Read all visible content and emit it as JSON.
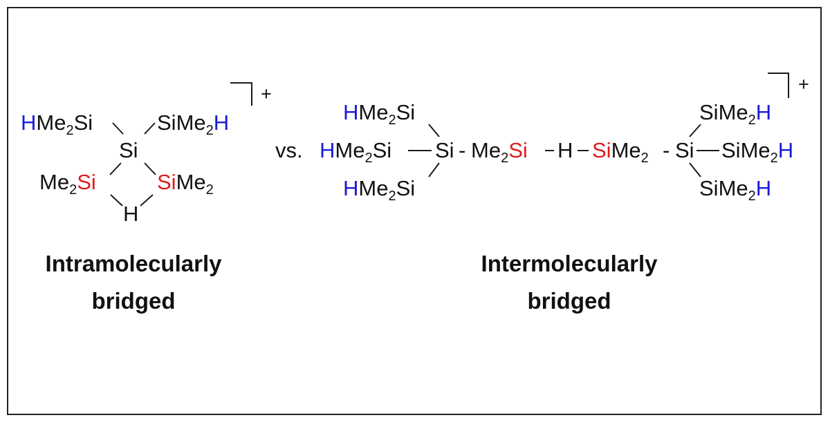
{
  "colors": {
    "black": "#111111",
    "hydrogen": "#1a1adb",
    "silicon": "#e01b1b",
    "frame": "#222222"
  },
  "left": {
    "charge": "+",
    "caption_line1": "Intramolecularly",
    "caption_line2": "bridged"
  },
  "vs_label": "vs.",
  "right": {
    "charge": "+",
    "caption_line1": "Intermolecularly",
    "caption_line2": "bridged"
  },
  "text": {
    "H": "H",
    "Si": "Si",
    "Me": "Me",
    "Me2Si": "Me",
    "SiMe": "SiMe",
    "two": "2",
    "dash": "-"
  }
}
